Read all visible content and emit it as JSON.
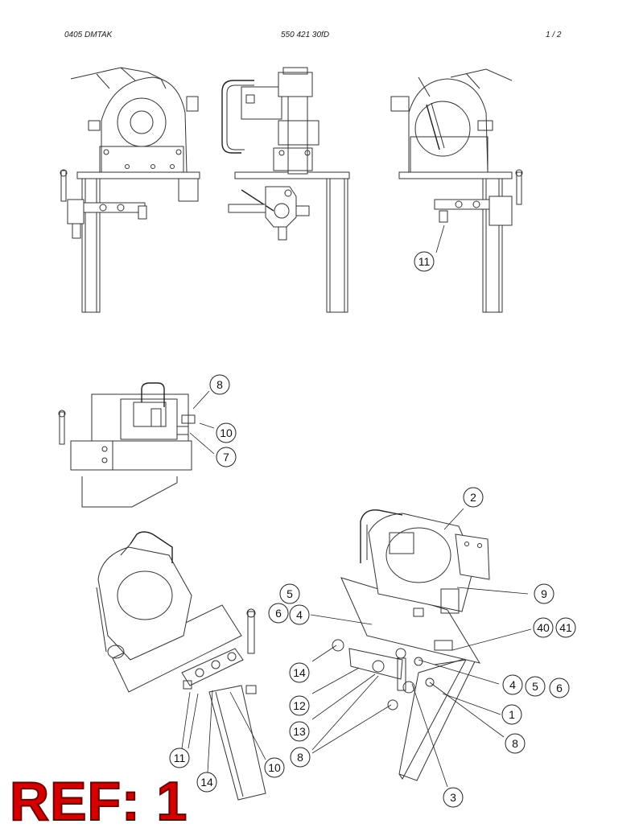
{
  "header": {
    "left": "0405   DMTAK",
    "center": "550 421 30fD",
    "right": "1 /   2"
  },
  "callouts": [
    {
      "id": "c-11-top",
      "label": "11"
    },
    {
      "id": "c-8-mid",
      "label": "8"
    },
    {
      "id": "c-10-mid",
      "label": "10"
    },
    {
      "id": "c-7-mid",
      "label": "7"
    },
    {
      "id": "c-2",
      "label": "2"
    },
    {
      "id": "c-9",
      "label": "9"
    },
    {
      "id": "c-5-a",
      "label": "5"
    },
    {
      "id": "c-6-a",
      "label": "6"
    },
    {
      "id": "c-4-a",
      "label": "4"
    },
    {
      "id": "c-40",
      "label": "40"
    },
    {
      "id": "c-41",
      "label": "41"
    },
    {
      "id": "c-14-r",
      "label": "14"
    },
    {
      "id": "c-4-b",
      "label": "4"
    },
    {
      "id": "c-5-b",
      "label": "5"
    },
    {
      "id": "c-6-b",
      "label": "6"
    },
    {
      "id": "c-12",
      "label": "12"
    },
    {
      "id": "c-1",
      "label": "1"
    },
    {
      "id": "c-13",
      "label": "13"
    },
    {
      "id": "c-8-r",
      "label": "8"
    },
    {
      "id": "c-8-b",
      "label": "8"
    },
    {
      "id": "c-11-l",
      "label": "11"
    },
    {
      "id": "c-10-l",
      "label": "10"
    },
    {
      "id": "c-14-l",
      "label": "14"
    },
    {
      "id": "c-3",
      "label": "3"
    }
  ],
  "ref_label": "REF: 1"
}
